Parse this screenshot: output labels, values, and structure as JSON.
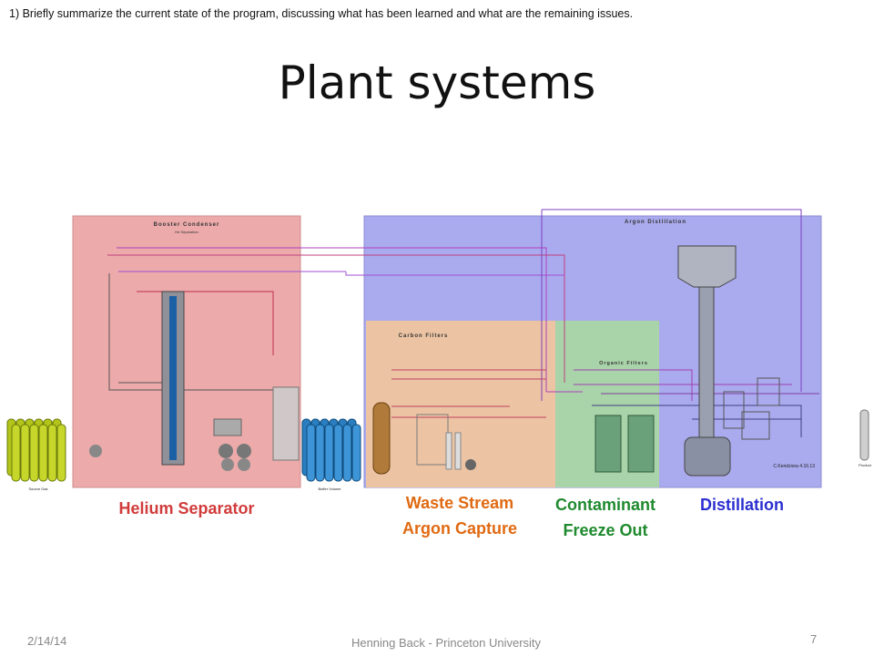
{
  "slide": {
    "prompt": "1) Briefly summarize the current state of the program, discussing what has been learned and what are the remaining issues.",
    "title": "Plant systems"
  },
  "diagram": {
    "panels": {
      "booster_condenser": {
        "title": "Booster Condenser",
        "subtitle": "He Separation"
      },
      "argon_distillation": {
        "title": "Argon Distillation"
      },
      "carbon_filters": {
        "title": "Carbon Filters"
      },
      "organic_filters": {
        "title": "Organic Filters"
      }
    },
    "small_labels": {
      "source_gas": "Source Gas",
      "buffer_volume": "Buffer Volume",
      "credit": "C.Kendziora 4.16.13",
      "product": "Product"
    }
  },
  "stage_labels": {
    "helium_separator": "Helium Separator",
    "waste_stream_1": "Waste Stream",
    "waste_stream_2": "Argon Capture",
    "contaminant_1": "Contaminant",
    "contaminant_2": "Freeze Out",
    "distillation": "Distillation"
  },
  "colors": {
    "helium": "#d13b3b",
    "waste": "#e06a12",
    "contaminant": "#1f8a2e",
    "distillation": "#2b2fd0"
  },
  "footer": {
    "date": "2/14/14",
    "presenter": "Henning Back - Princeton University",
    "page": "7"
  }
}
